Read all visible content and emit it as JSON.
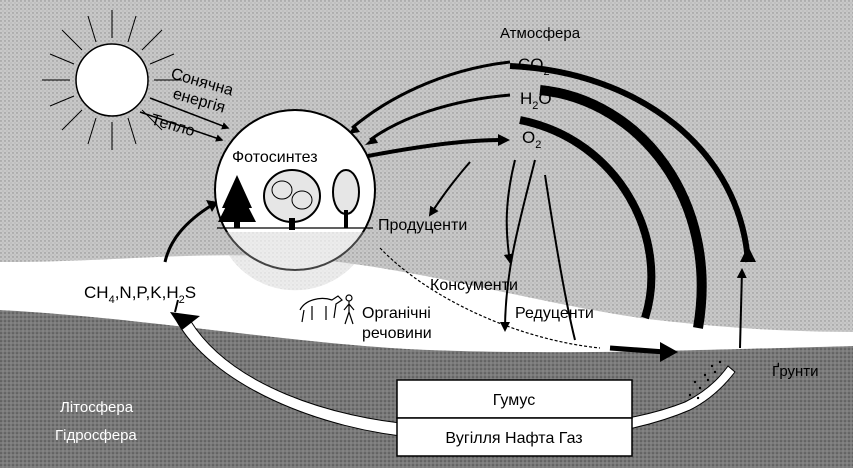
{
  "diagram": {
    "atmosphere_label": "Атмосфера",
    "co2_base": "CO",
    "co2_sub": "2",
    "h2o_pre": "H",
    "h2o_sub": "2",
    "h2o_post": "O",
    "o2_base": "O",
    "o2_sub": "2",
    "solar_energy_line1": "Сонячна",
    "solar_energy_line2": "енергія",
    "heat_label": "Тепло",
    "photosynthesis_label": "Фотосинтез",
    "producers_label": "Продуценти",
    "consumers_label": "Консументи",
    "decomposers_label": "Редуценти",
    "organic_line1": "Органічні",
    "organic_line2": "речовини",
    "elements_ch": "CH",
    "elements_ch_sub": "4",
    "elements_mid": ",N,P,K,H",
    "elements_s_sub": "2",
    "elements_end": "S",
    "soils_label": "Ґрунти",
    "lithosphere_label": "Літосфера",
    "hydrosphere_label": "Гідросфера",
    "humus_label": "Гумус",
    "fossil_fuels_label": "Вугілля Нафта Газ"
  },
  "colors": {
    "sky": "#c4c4c4",
    "ground": "#7a7a7a",
    "band": "#ffffff",
    "ink": "#000000"
  }
}
